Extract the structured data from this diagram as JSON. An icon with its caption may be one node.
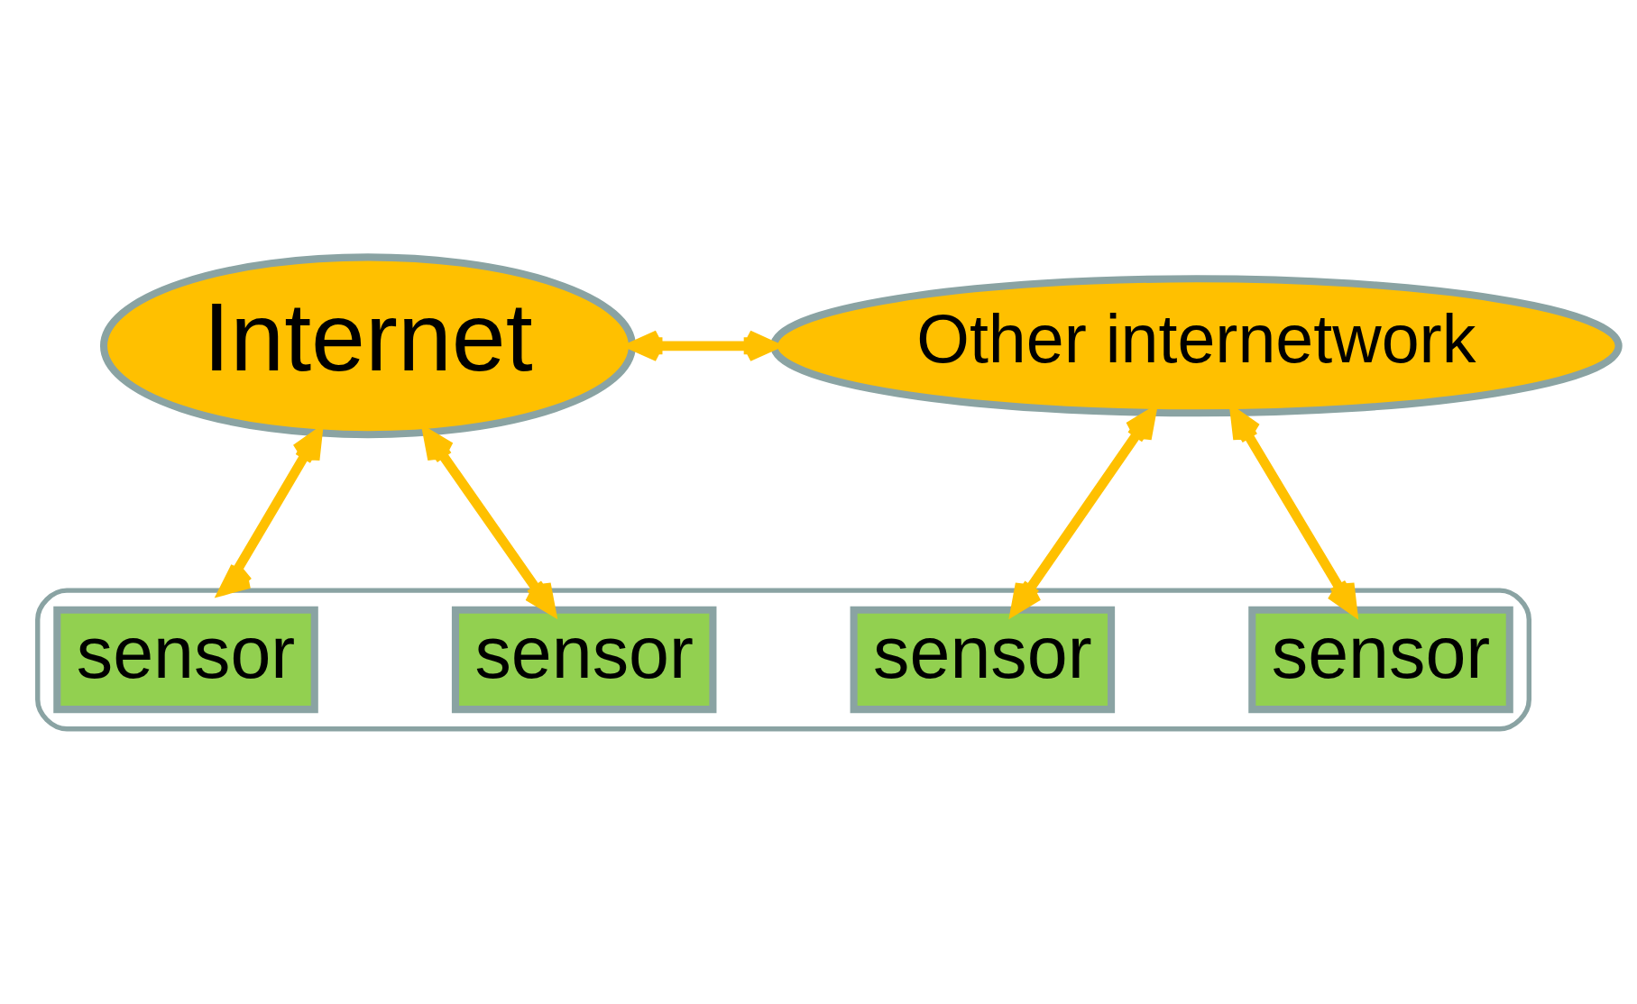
{
  "diagram": {
    "nodes": [
      {
        "text": [
          "Internet"
        ]
      },
      {
        "text": [
          "Other internetwork"
        ]
      },
      {
        "text": [],
        "shape": "cloud"
      },
      {
        "text": [
          "sensor"
        ],
        "in": 2
      },
      {
        "text": [
          "sensor"
        ],
        "in": 2
      },
      {
        "text": [
          "sensor"
        ],
        "in": 2
      },
      {
        "text": [
          "sensor"
        ],
        "in": 2
      }
    ],
    "edges": [
      {
        "from": 0,
        "to": 1,
        "arrow": "both"
      },
      {
        "from": 0,
        "to": 3,
        "arrow": "both"
      },
      {
        "from": 0,
        "to": 2,
        "arrow": "both"
      },
      {
        "from": 1,
        "to": 4,
        "arrow": "both"
      },
      {
        "from": 1,
        "to": 5,
        "arrow": "both"
      }
    ]
  }
}
